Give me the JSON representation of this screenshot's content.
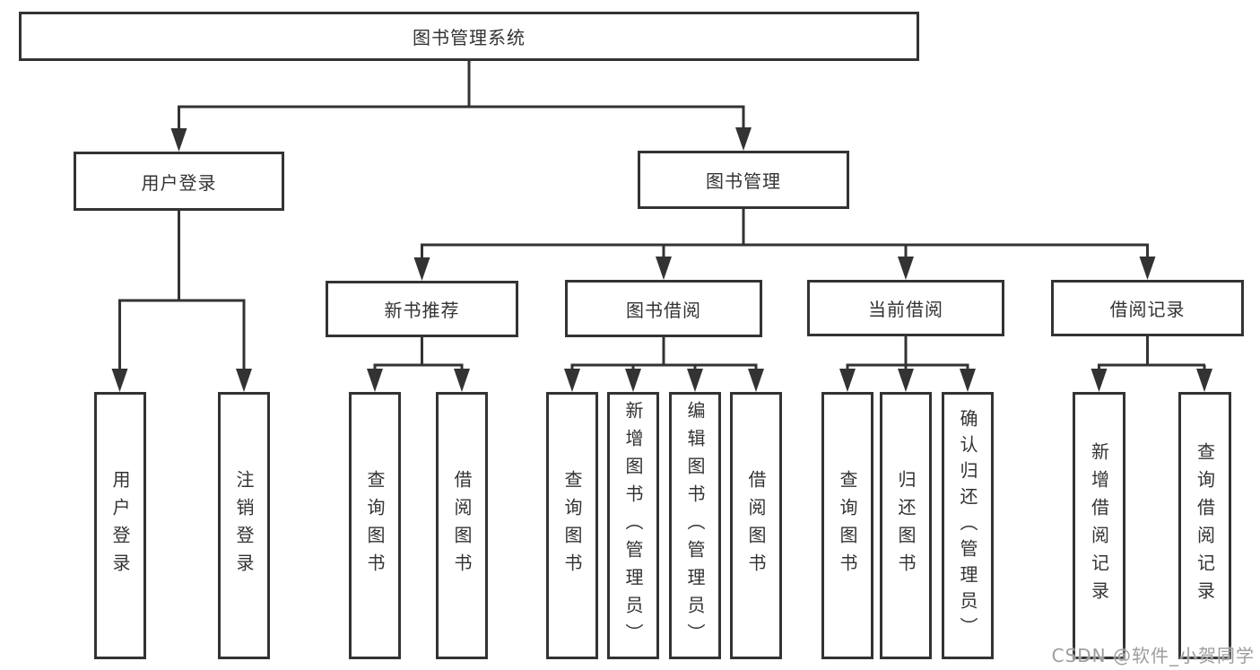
{
  "diagram_title": "图书管理系统",
  "tree": {
    "label": "图书管理系统",
    "children": [
      {
        "label": "用户登录",
        "children": [
          {
            "label": "用户登录"
          },
          {
            "label": "注销登录"
          }
        ]
      },
      {
        "label": "图书管理",
        "children": [
          {
            "label": "新书推荐",
            "children": [
              {
                "label": "查询图书"
              },
              {
                "label": "借阅图书"
              }
            ]
          },
          {
            "label": "图书借阅",
            "children": [
              {
                "label": "查询图书"
              },
              {
                "label": "新增图书（管理员）"
              },
              {
                "label": "编辑图书（管理员）"
              },
              {
                "label": "借阅图书"
              }
            ]
          },
          {
            "label": "当前借阅",
            "children": [
              {
                "label": "查询图书"
              },
              {
                "label": "归还图书"
              },
              {
                "label": "确认归还（管理员）"
              }
            ]
          },
          {
            "label": "借阅记录",
            "children": [
              {
                "label": "新增借阅记录"
              },
              {
                "label": "查询借阅记录"
              }
            ]
          }
        ]
      }
    ]
  },
  "watermark": {
    "text": "CSDN @软件_小贺同学",
    "color": "#9d9d9d"
  },
  "colors": {
    "line": "#333333",
    "text": "#333333",
    "background": "#ffffff",
    "box_fill": "#ffffff"
  }
}
